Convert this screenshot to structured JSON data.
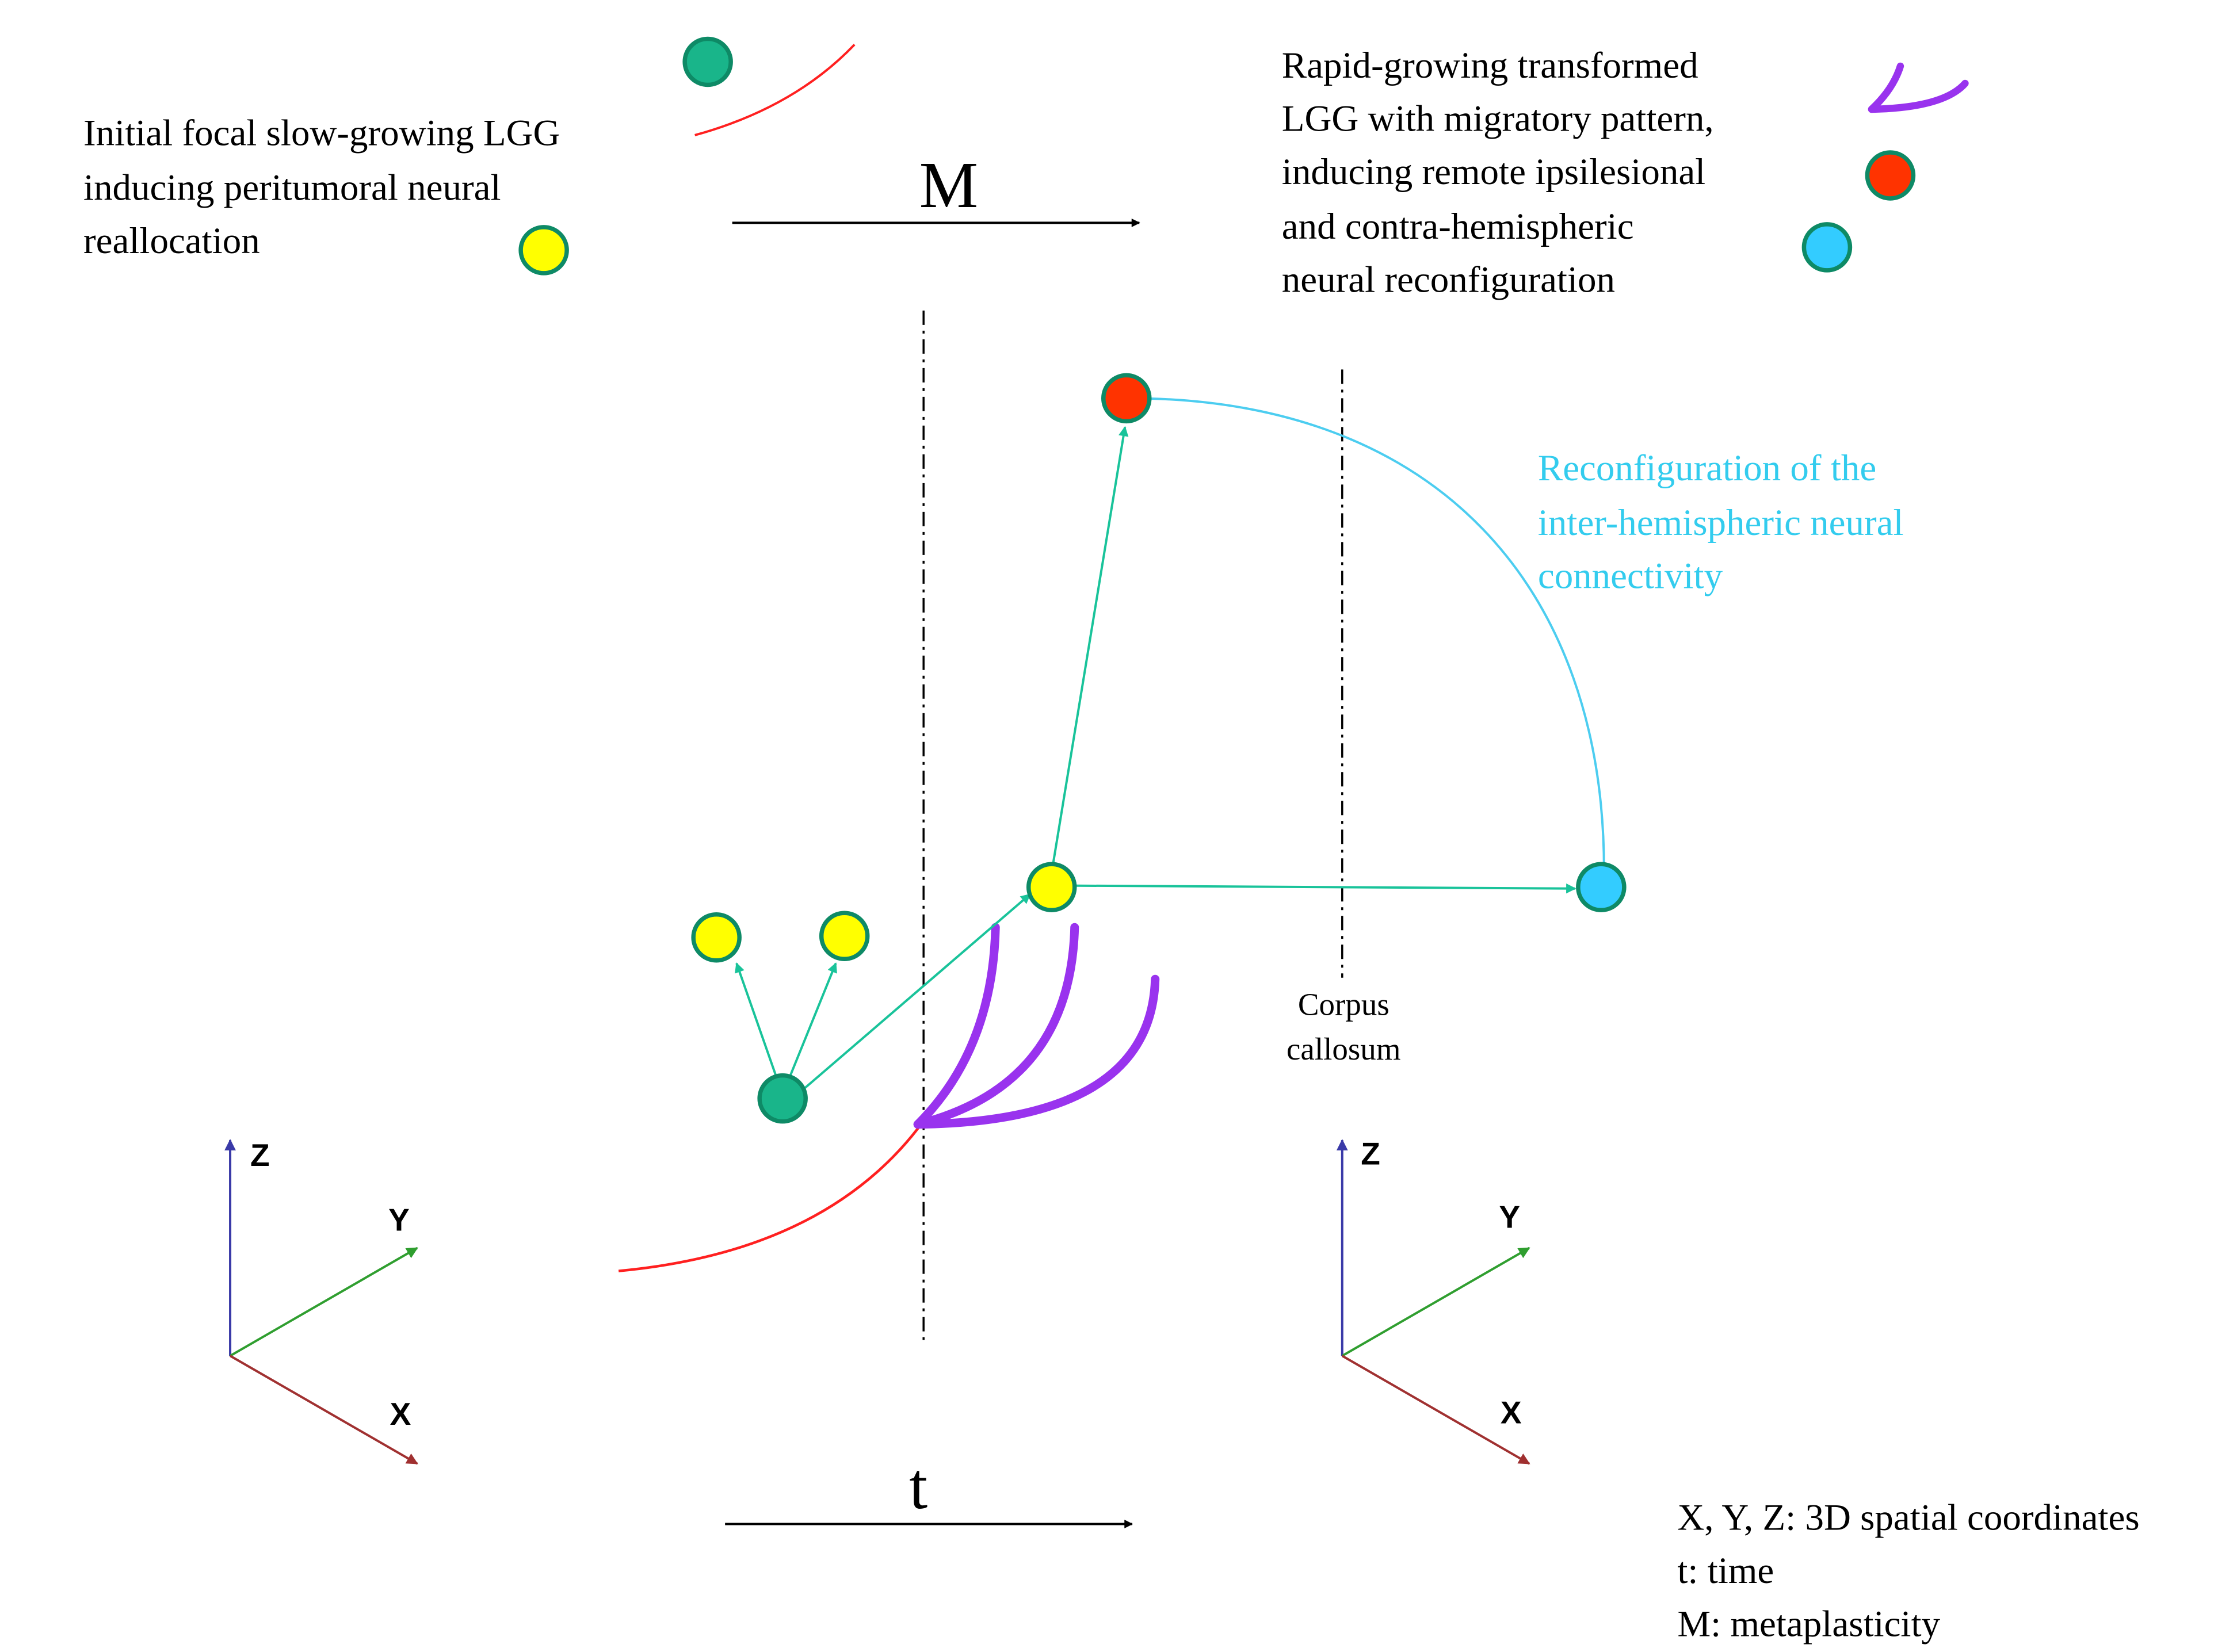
{
  "legend_left": {
    "lines": [
      "Initial focal slow-growing LGG",
      "inducing peritumoral neural",
      "reallocation"
    ]
  },
  "legend_right": {
    "lines": [
      "Rapid-growing transformed",
      "LGG with migratory pattern,",
      "inducing remote ipsilesional",
      "and contra-hemispheric",
      "neural reconfiguration"
    ]
  },
  "m_label": "M",
  "t_label": "t",
  "corpus_callosum": [
    "Corpus",
    "callosum"
  ],
  "reconfiguration": {
    "lines": [
      "Reconfiguration of the",
      "inter-hemispheric neural",
      "connectivity"
    ]
  },
  "axes": {
    "z": "Z",
    "y": "Y",
    "x": "X"
  },
  "key": {
    "lines": [
      "X, Y, Z: 3D spatial coordinates",
      "t: time",
      "M: metaplasticity"
    ]
  },
  "colors": {
    "teal_node": "#19b58a",
    "teal_stroke": "#0e8a66",
    "yellow_node": "#ffff00",
    "red_node": "#ff3300",
    "cyan_node": "#33ccff",
    "red_curve": "#ff2020",
    "purple": "#9933ee",
    "edge": "#19c39a",
    "arc": "#4ccdf0",
    "reconfig_text": "#33ccee",
    "axis_z": "#3a3aa8",
    "axis_y": "#2f9e2f",
    "axis_x": "#a03030"
  }
}
